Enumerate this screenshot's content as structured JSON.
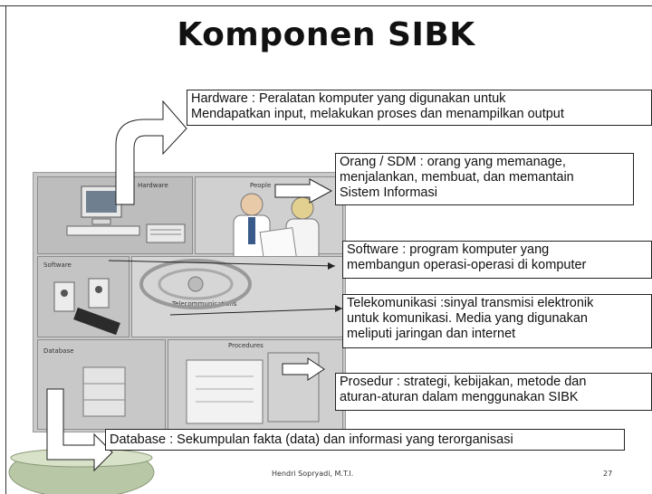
{
  "slide": {
    "title": "Komponen SIBK",
    "footer_author": "Hendri Sopryadi, M.T.I.",
    "footer_page": "27"
  },
  "collage": {
    "tiles": [
      {
        "id": "hardware",
        "label": "Hardware"
      },
      {
        "id": "people",
        "label": "People"
      },
      {
        "id": "software",
        "label": "Software"
      },
      {
        "id": "telecommunications",
        "label": "Telecommunications"
      },
      {
        "id": "database",
        "label": "Database"
      },
      {
        "id": "procedures",
        "label": "Procedures"
      }
    ]
  },
  "callouts": {
    "hardware": {
      "line1": "Hardware : Peralatan komputer yang digunakan untuk",
      "line2": "Mendapatkan input, melakukan proses dan menampilkan output"
    },
    "people": {
      "line1": "Orang / SDM : orang yang memanage,",
      "line2": "menjalankan, membuat, dan memantain",
      "line3": "Sistem Informasi"
    },
    "software": {
      "line1": "Software : program komputer yang",
      "line2": "membangun operasi-operasi di komputer"
    },
    "telecom": {
      "line1": "Telekomunikasi :sinyal transmisi elektronik",
      "line2": "untuk komunikasi. Media yang digunakan",
      "line3": "meliputi jaringan dan internet"
    },
    "procedure": {
      "line1": "Prosedur : strategi, kebijakan, metode dan",
      "line2": "aturan-aturan dalam menggunakan SIBK"
    },
    "database": {
      "line1": "Database : Sekumpulan fakta (data) dan informasi yang terorganisasi"
    }
  }
}
